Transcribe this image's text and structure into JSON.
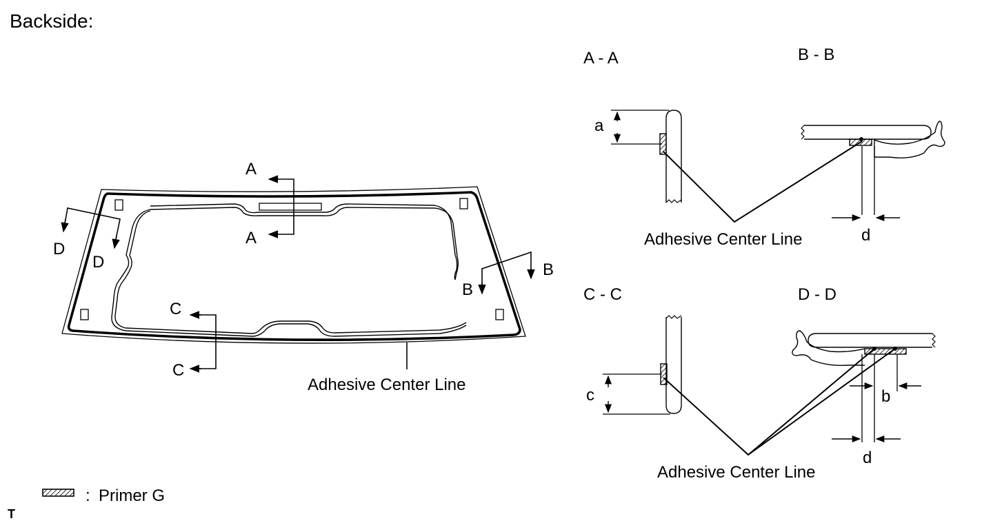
{
  "title": "Backside:",
  "labels": {
    "section_a": "A",
    "section_b": "B",
    "section_c": "C",
    "section_d": "D",
    "adhesive_center_line": "Adhesive Center Line",
    "dim_a": "a",
    "dim_b": "b",
    "dim_c": "c",
    "dim_d": "d"
  },
  "sections": {
    "aa": "A - A",
    "bb": "B - B",
    "cc": "C - C",
    "dd": "D - D"
  },
  "legend": {
    "separator": ":",
    "label": "Primer G"
  },
  "footer_code": "T"
}
